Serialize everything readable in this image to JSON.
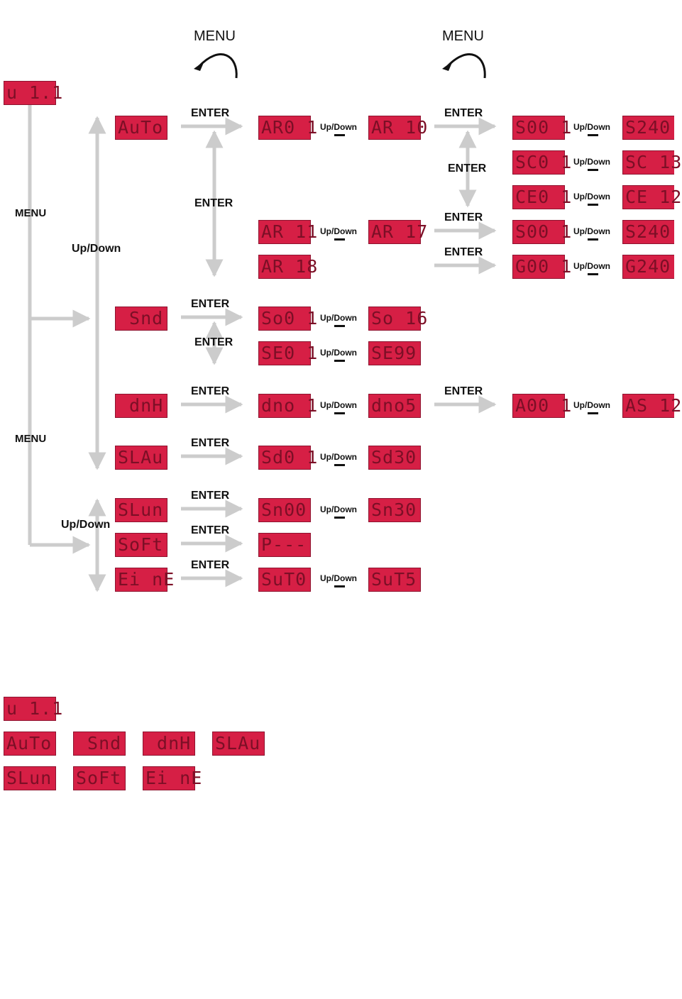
{
  "labels": {
    "enter": "ENTER",
    "menu": "MENU",
    "menu_top": "MENU",
    "updown": "Up/Down"
  },
  "tree": {
    "root": "u 1.1",
    "auto": "AuTo",
    "ar01": "AR0 1",
    "ar10": "AR 10",
    "ar11": "AR 11",
    "ar17": "AR 17",
    "ar18": "AR 18",
    "s001a": "S00 1",
    "s240a": "S240",
    "sc01": "SC0 1",
    "sc13": "SC 13",
    "ce01": "CE0 1",
    "ce12": "CE 12",
    "s001b": "S00 1",
    "s240b": "S240",
    "g001": "G00 1",
    "g240": "G240",
    "snd": " Snd",
    "so01": "So0 1",
    "so16": "So 16",
    "se01": "SE0 1",
    "se99": "SE99",
    "dnh": " dnH",
    "dno1": "dno 1",
    "dno5": "dno5",
    "a001": "A00 1",
    "as12": "AS 12",
    "slav": "SLAu",
    "sd01": "Sd0 1",
    "sd30": "Sd30",
    "slun": "SLun",
    "sn00": "Sn00",
    "sn30": "Sn30",
    "soft": "SoFt",
    "pver": "P---",
    "time": "Ei nE",
    "su70": "SuT0",
    "su75": "SuT5"
  },
  "summary": {
    "row1": [
      "u 1.1"
    ],
    "row2": [
      "AuTo",
      " Snd",
      " dnH",
      "SLAu"
    ],
    "row3": [
      "SLun",
      "SoFt",
      "Ei nE"
    ]
  },
  "colors": {
    "lcd_background": "#d61f45",
    "lcd_segment": "#7c0f26",
    "arrow": "#cccccc"
  }
}
